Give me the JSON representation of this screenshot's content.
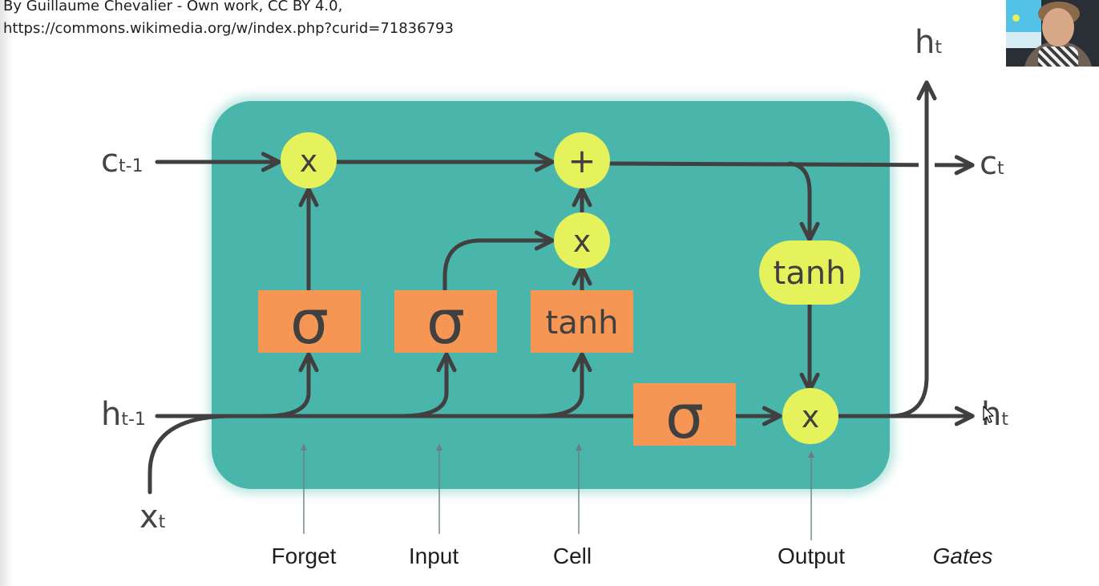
{
  "attribution": {
    "line1": "By Guillaume Chevalier - Own work, CC BY 4.0,",
    "line2": "https://commons.wikimedia.org/w/index.php?curid=71836793"
  },
  "diagram": {
    "inputs": {
      "c_prev": {
        "main": "c",
        "sub": "t-1"
      },
      "h_prev": {
        "main": "h",
        "sub": "t-1"
      },
      "x_t": {
        "main": "x",
        "sub": "t"
      }
    },
    "outputs": {
      "c_t": {
        "main": "c",
        "sub": "t"
      },
      "h_t_top": {
        "main": "h",
        "sub": "t"
      },
      "h_t_right": {
        "main": "h",
        "sub": "t"
      }
    },
    "operations": {
      "forget_multiply": "x",
      "cell_add": "+",
      "input_multiply": "x",
      "output_multiply": "x",
      "output_tanh": "tanh"
    },
    "activations": {
      "forget_sigma": "σ",
      "input_sigma": "σ",
      "cell_tanh": "tanh",
      "output_sigma": "σ"
    },
    "gate_labels": {
      "forget": "Forget",
      "input": "Input",
      "cell": "Cell",
      "output": "Output",
      "gates": "Gates"
    },
    "colors": {
      "cell_body": "#4ab5aa",
      "activation_box": "#f59654",
      "operation_circle": "#e6f25c",
      "line": "#404040"
    }
  }
}
